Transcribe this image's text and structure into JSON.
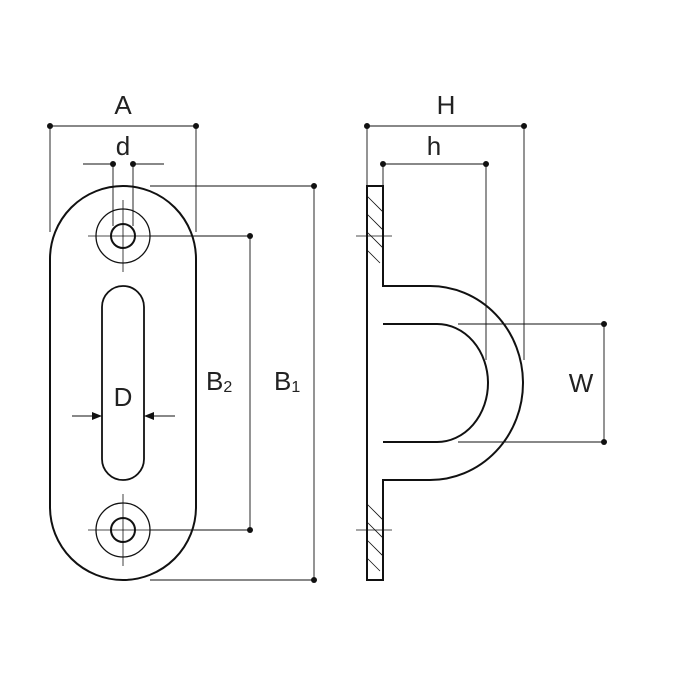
{
  "labels": {
    "A": "A",
    "d": "d",
    "D": "D",
    "B2_main": "B",
    "B2_sub": "2",
    "B1_main": "B",
    "B1_sub": "1",
    "H": "H",
    "h": "h",
    "W": "W"
  },
  "colors": {
    "line": "#111111",
    "fill": "#ffffff"
  }
}
